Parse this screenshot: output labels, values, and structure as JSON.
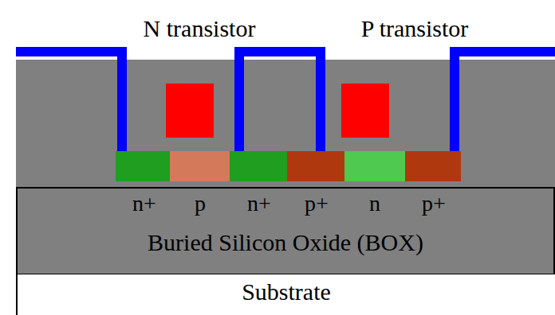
{
  "diagram": {
    "nodes": [
      {
        "text": [
          "Buried Silicon Oxide (BOX)"
        ]
      },
      {
        "text": [
          "Substrate"
        ]
      }
    ],
    "labels": [
      "N transistor",
      "P transistor",
      "n+",
      "p",
      "n+",
      "p+",
      "n",
      "p+"
    ]
  }
}
